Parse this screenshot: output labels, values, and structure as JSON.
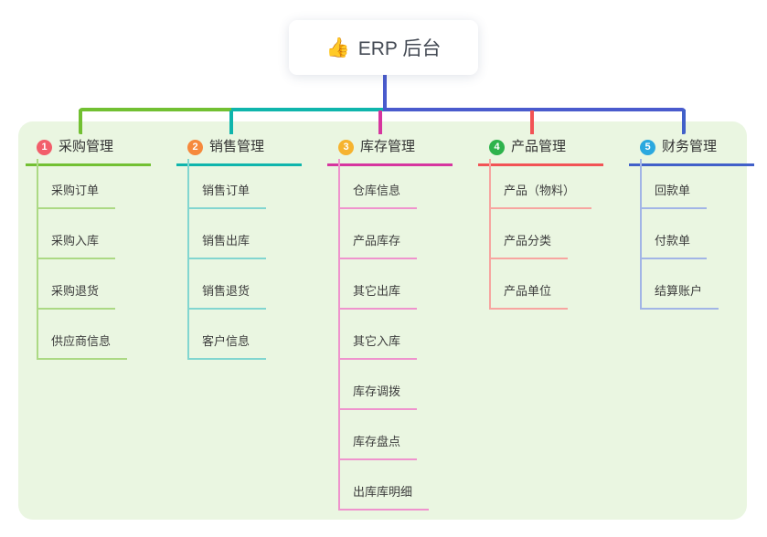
{
  "root": {
    "label": "ERP 后台",
    "icon": "thumbs-up-icon",
    "icon_glyph": "👍",
    "trunk_color": "#4a5bcd"
  },
  "panel": {
    "background_color": "#eaf6e1"
  },
  "branches": [
    {
      "num": "1",
      "label": "采购管理",
      "badge_color": "#f25e6b",
      "line_color": "#72c032",
      "light_color": "#acd984",
      "children": [
        "采购订单",
        "采购入库",
        "采购退货",
        "供应商信息"
      ]
    },
    {
      "num": "2",
      "label": "销售管理",
      "badge_color": "#f6893c",
      "line_color": "#0fb5ac",
      "light_color": "#82d6d0",
      "children": [
        "销售订单",
        "销售出库",
        "销售退货",
        "客户信息"
      ]
    },
    {
      "num": "3",
      "label": "库存管理",
      "badge_color": "#f6b32f",
      "line_color": "#d6359f",
      "light_color": "#ef93cd",
      "children": [
        "仓库信息",
        "产品库存",
        "其它出库",
        "其它入库",
        "库存调拨",
        "库存盘点",
        "出库库明细"
      ]
    },
    {
      "num": "4",
      "label": "产品管理",
      "badge_color": "#2eb34c",
      "line_color": "#f25355",
      "light_color": "#f7a5a0",
      "children": [
        "产品（物料）",
        "产品分类",
        "产品单位"
      ]
    },
    {
      "num": "5",
      "label": "财务管理",
      "badge_color": "#2ba8df",
      "line_color": "#4160c9",
      "light_color": "#a2b5e6",
      "children": [
        "回款单",
        "付款单",
        "结算账户"
      ]
    }
  ]
}
